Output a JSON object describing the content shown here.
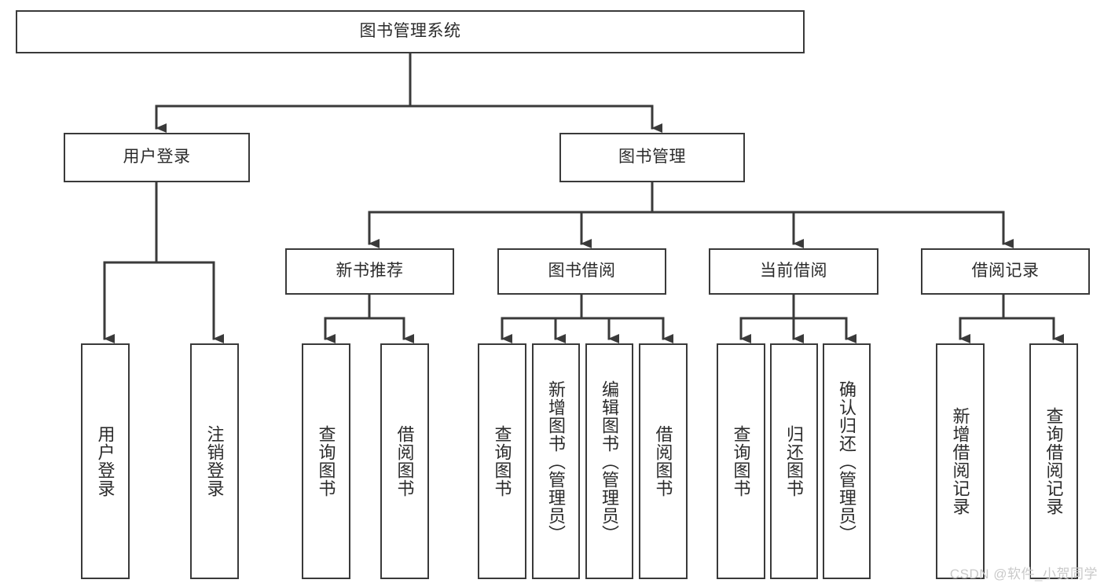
{
  "diagram": {
    "title": "图书管理系统",
    "type": "tree-hierarchy",
    "watermark": "CSDN @软件_小贺同学",
    "colors": {
      "box_border": "#3a3a3a",
      "box_fill": "#ffffff",
      "text": "#2b2b2b",
      "edge": "#3a3a3a",
      "watermark": "#c9c9c9",
      "background": "#ffffff"
    },
    "nodes": {
      "root": {
        "label": "图书管理系统",
        "level": 0,
        "orientation": "horizontal"
      },
      "l1": [
        {
          "id": "user-login",
          "label": "用户登录",
          "orientation": "horizontal"
        },
        {
          "id": "book-manage",
          "label": "图书管理",
          "orientation": "horizontal"
        }
      ],
      "l2": [
        {
          "id": "new-book-recommend",
          "label": "新书推荐",
          "orientation": "horizontal"
        },
        {
          "id": "book-borrow",
          "label": "图书借阅",
          "orientation": "horizontal"
        },
        {
          "id": "current-borrow",
          "label": "当前借阅",
          "orientation": "horizontal"
        },
        {
          "id": "borrow-record",
          "label": "借阅记录",
          "orientation": "horizontal"
        }
      ],
      "leaves": {
        "user_login": [
          {
            "id": "leaf-user-login",
            "label": "用户登录"
          },
          {
            "id": "leaf-logout",
            "label": "注销登录"
          }
        ],
        "new_book_recommend": [
          {
            "id": "leaf-query-book-1",
            "label": "查询图书"
          },
          {
            "id": "leaf-borrow-book-1",
            "label": "借阅图书"
          }
        ],
        "book_borrow": [
          {
            "id": "leaf-query-book-2",
            "label": "查询图书"
          },
          {
            "id": "leaf-add-book",
            "label": "新增图书（管理员）"
          },
          {
            "id": "leaf-edit-book",
            "label": "编辑图书（管理员）"
          },
          {
            "id": "leaf-borrow-book-2",
            "label": "借阅图书"
          }
        ],
        "current_borrow": [
          {
            "id": "leaf-query-book-3",
            "label": "查询图书"
          },
          {
            "id": "leaf-return-book",
            "label": "归还图书"
          },
          {
            "id": "leaf-confirm-return",
            "label": "确认归还（管理员）"
          }
        ],
        "borrow_record": [
          {
            "id": "leaf-add-record",
            "label": "新增借阅记录"
          },
          {
            "id": "leaf-query-record",
            "label": "查询借阅记录"
          }
        ]
      }
    }
  }
}
